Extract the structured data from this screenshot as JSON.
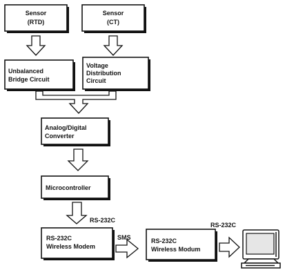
{
  "boxes": {
    "sensor_rtd": {
      "line1": "Sensor",
      "line2": "(RTD)"
    },
    "sensor_ct": {
      "line1": "Sensor",
      "line2": "(CT)"
    },
    "bridge": {
      "line1": "Unbalanced",
      "line2": "Bridge Circuit"
    },
    "voltage": {
      "line1": "Voltage",
      "line2": "Distribution",
      "line3": "Circuit"
    },
    "adc": {
      "line1": "Analog/Digital",
      "line2": "Converter"
    },
    "micro": {
      "line1": "Microcontroller"
    },
    "modem1": {
      "line1": "RS-232C",
      "line2": "Wireless Modem"
    },
    "modem2": {
      "line1": "RS-232C",
      "line2": "Wireless Modum"
    }
  },
  "labels": {
    "rs232_micro_modem": "RS-232C",
    "sms": "SMS",
    "rs232_pc": "RS-232C"
  }
}
